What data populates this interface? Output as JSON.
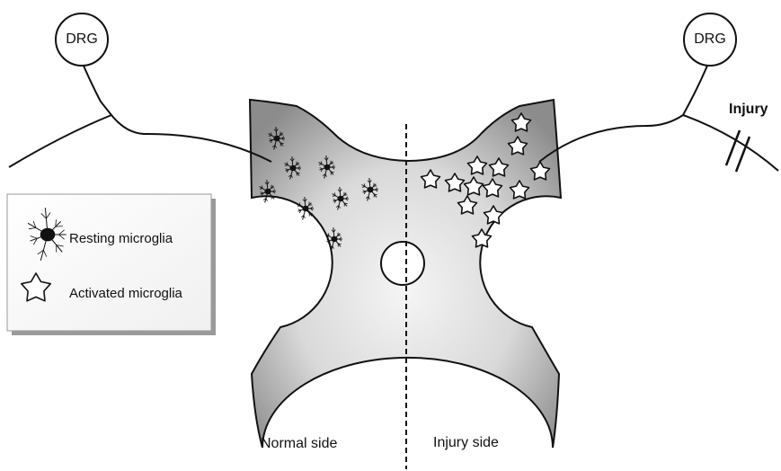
{
  "labels": {
    "drg_left": "DRG",
    "drg_right": "DRG",
    "injury": "Injury",
    "normal_side": "Normal side",
    "injury_side": "Injury side"
  },
  "legend": {
    "resting": "Resting microglia",
    "activated": "Activated microglia"
  },
  "colors": {
    "line": "#111111",
    "gray_center": "#f4f4f4",
    "gray_edge": "#8a8a8a",
    "legend_shadow": "#9a9a9a"
  },
  "icons": {
    "resting": "resting-microglia-icon",
    "activated": "activated-microglia-star-icon"
  }
}
